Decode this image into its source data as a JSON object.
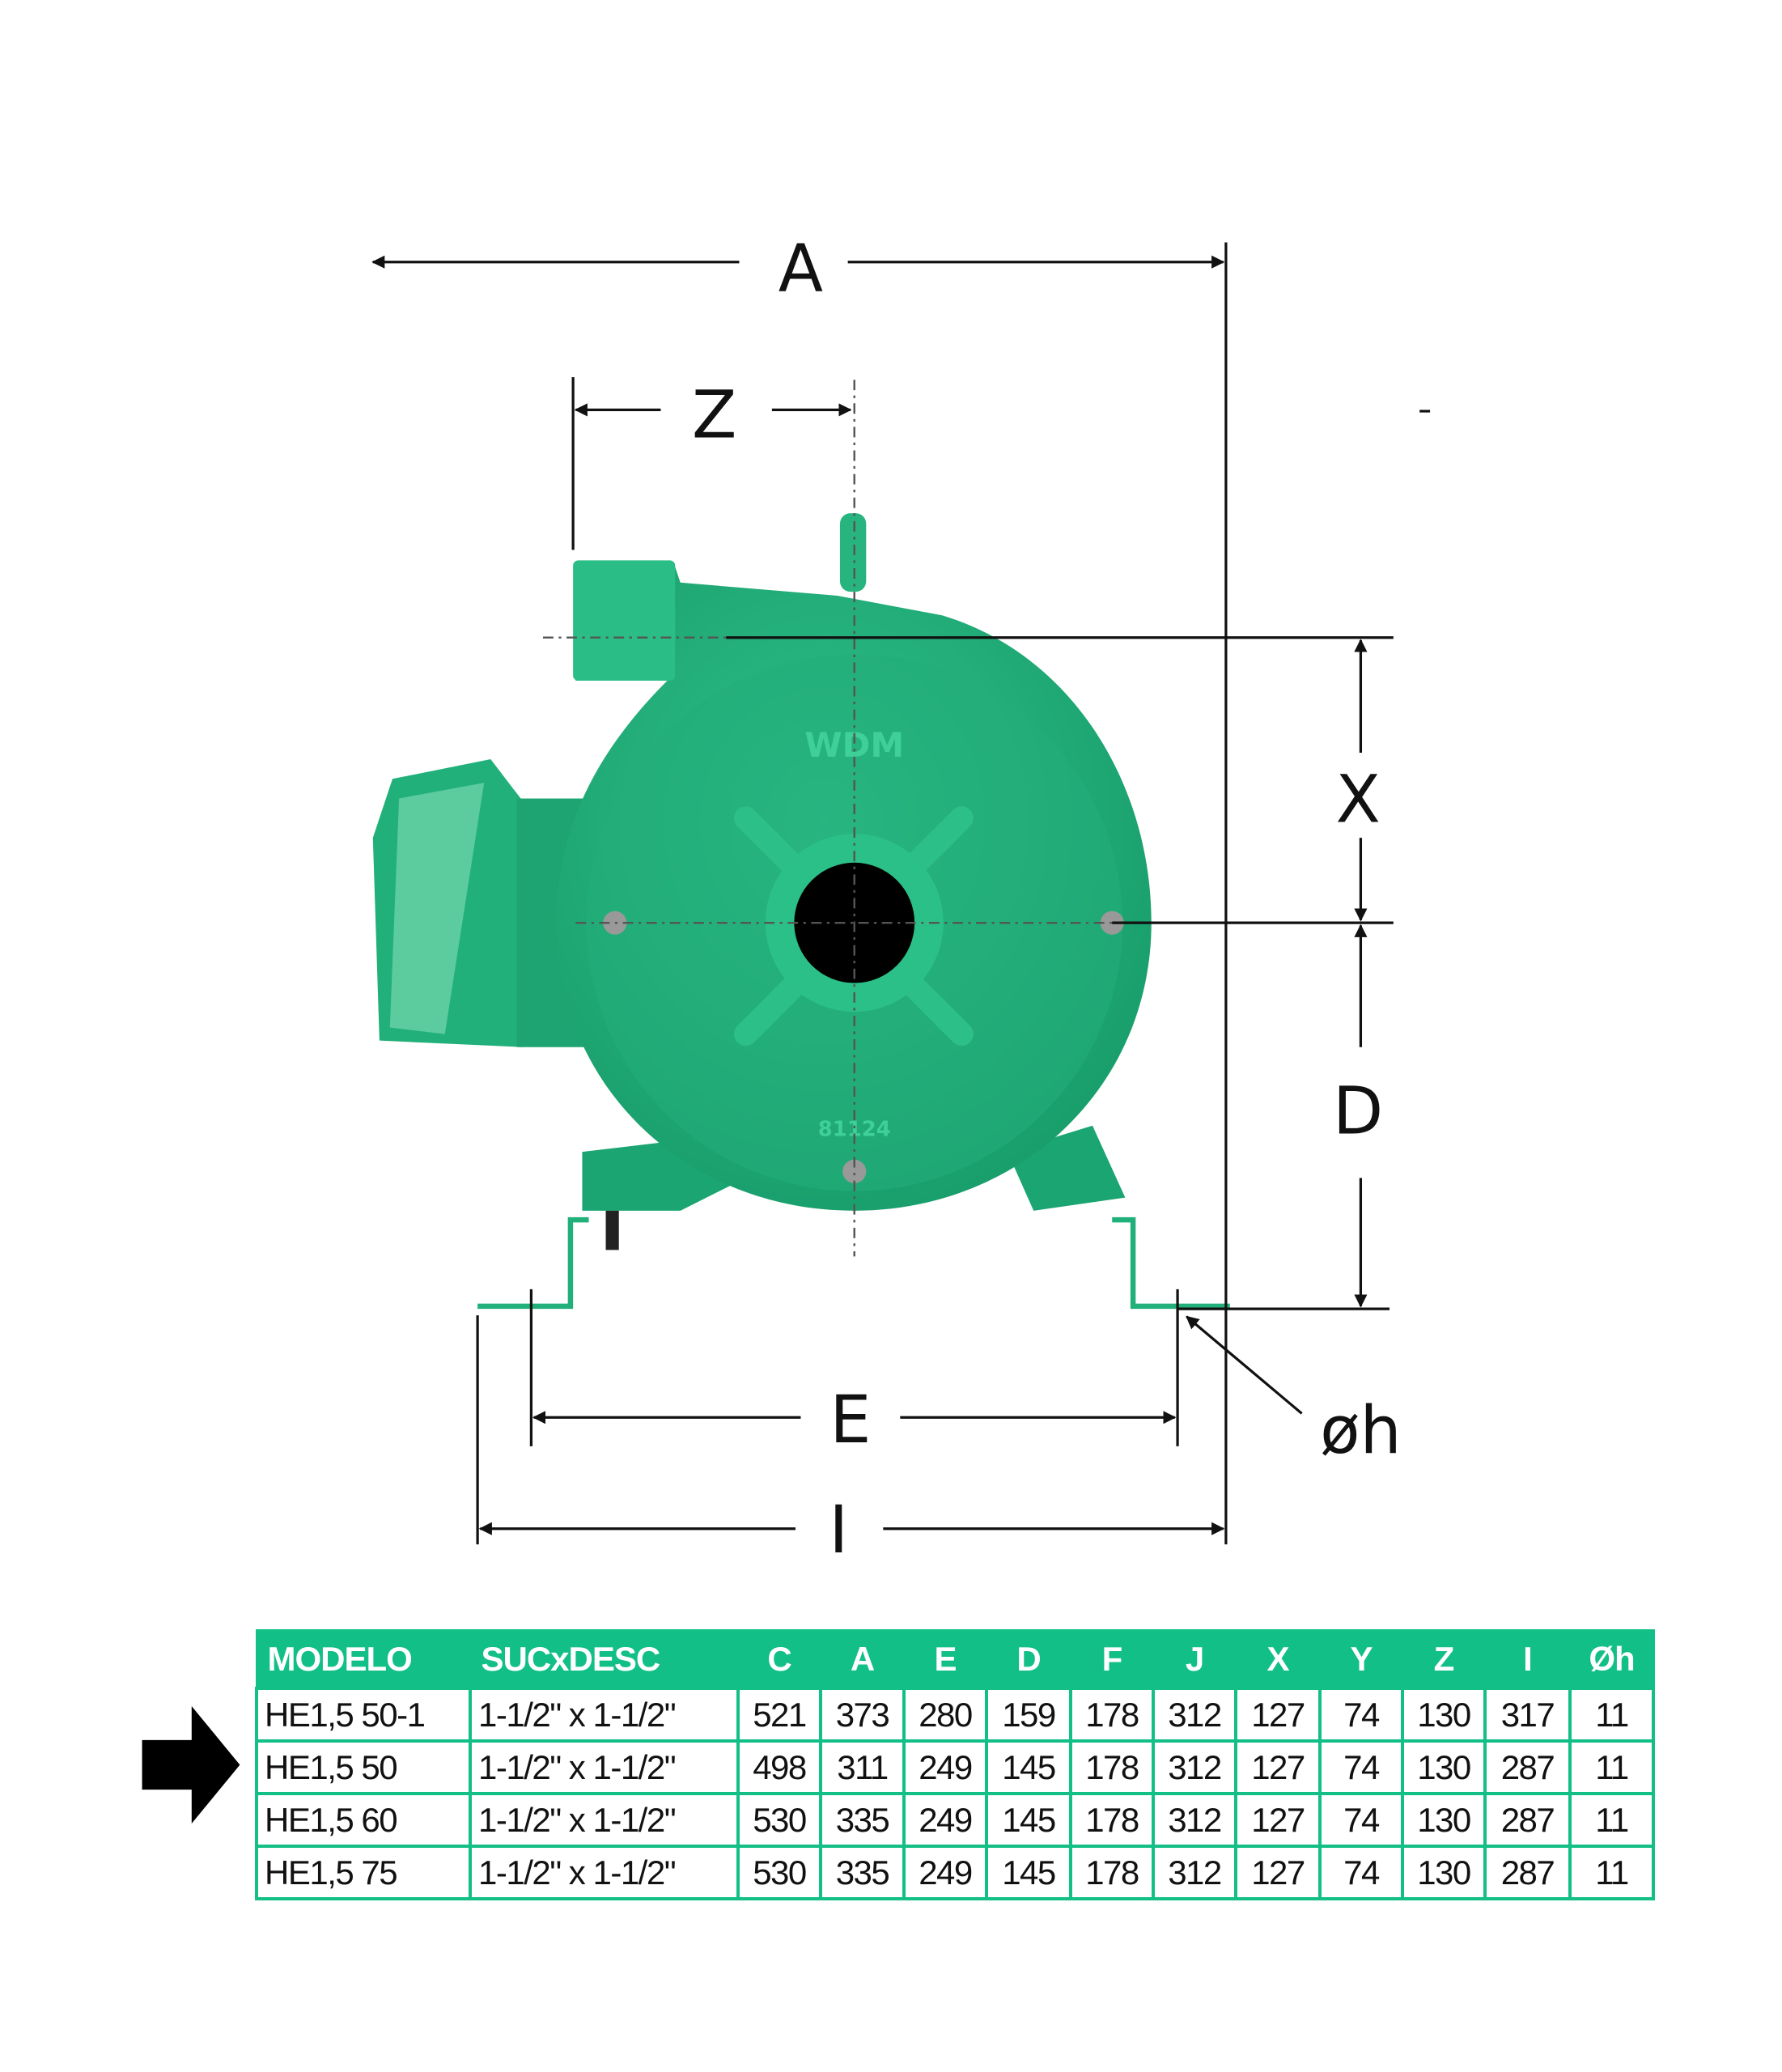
{
  "diagram": {
    "dimension_labels": {
      "A": "A",
      "Z": "Z",
      "X": "X",
      "D": "D",
      "E": "E",
      "I": "I",
      "oh": "øh"
    },
    "pump_brand": "WDM",
    "casting_number": "81124",
    "pump_color": "#1fb57f"
  },
  "table": {
    "header_color": "#12bf86",
    "columns": [
      "MODELO",
      "SUCxDESC",
      "C",
      "A",
      "E",
      "D",
      "F",
      "J",
      "X",
      "Y",
      "Z",
      "I",
      "Øh"
    ],
    "rows": [
      [
        "HE1,5 50-1",
        "1-1/2\" x 1-1/2\"",
        "521",
        "373",
        "280",
        "159",
        "178",
        "312",
        "127",
        "74",
        "130",
        "317",
        "11"
      ],
      [
        "HE1,5 50",
        "1-1/2\" x 1-1/2\"",
        "498",
        "311",
        "249",
        "145",
        "178",
        "312",
        "127",
        "74",
        "130",
        "287",
        "11"
      ],
      [
        "HE1,5 60",
        "1-1/2\" x 1-1/2\"",
        "530",
        "335",
        "249",
        "145",
        "178",
        "312",
        "127",
        "74",
        "130",
        "287",
        "11"
      ],
      [
        "HE1,5 75",
        "1-1/2\" x 1-1/2\"",
        "530",
        "335",
        "249",
        "145",
        "178",
        "312",
        "127",
        "74",
        "130",
        "287",
        "11"
      ]
    ],
    "highlighted_row": 1
  }
}
